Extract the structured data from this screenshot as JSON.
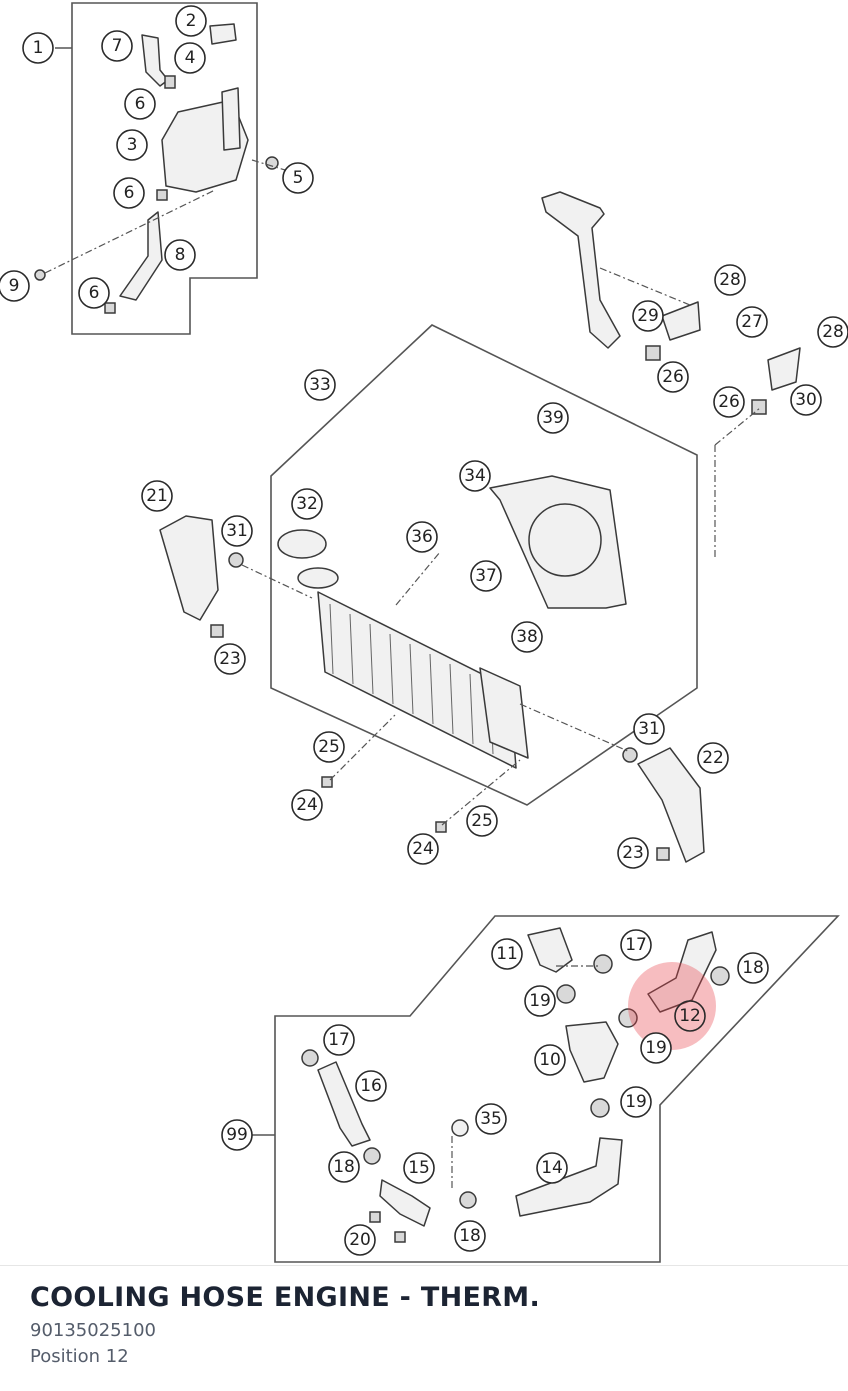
{
  "part": {
    "title": "COOLING HOSE ENGINE - THERM.",
    "number": "90135025100",
    "position": "Position 12"
  },
  "highlight": {
    "callout": "12",
    "color": "#e8424b"
  },
  "callouts": [
    "1",
    "2",
    "7",
    "4",
    "6",
    "3",
    "5",
    "6",
    "8",
    "9",
    "6",
    "28",
    "29",
    "27",
    "28",
    "26",
    "26",
    "30",
    "33",
    "39",
    "34",
    "21",
    "32",
    "31",
    "36",
    "37",
    "38",
    "23",
    "25",
    "24",
    "25",
    "24",
    "31",
    "22",
    "23",
    "11",
    "17",
    "18",
    "19",
    "12",
    "10",
    "19",
    "17",
    "16",
    "19",
    "99",
    "35",
    "18",
    "15",
    "14",
    "20",
    "18"
  ]
}
